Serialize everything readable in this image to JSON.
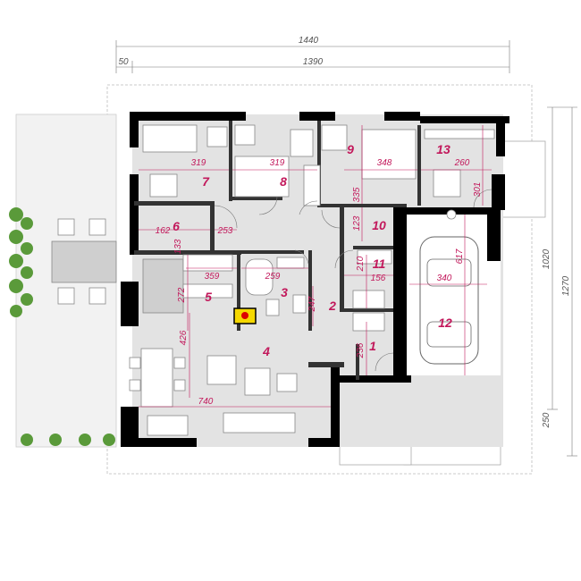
{
  "overall_dims": {
    "total_width": "1440",
    "inner_width": "1390",
    "left_offset": "50",
    "right_height_a": "1020",
    "right_height_b": "1270",
    "right_height_c": "250"
  },
  "room_numbers": [
    "1",
    "2",
    "3",
    "4",
    "5",
    "6",
    "7",
    "8",
    "9",
    "10",
    "11",
    "12",
    "13"
  ],
  "room_dims": {
    "r7_w": "319",
    "r8_w": "319",
    "r9_w": "348",
    "r13_w": "260",
    "r13_h": "301",
    "r9_h": "335",
    "r6_w": "162",
    "r6_h": "133",
    "r5_top": "253",
    "r10_h": "123",
    "r12_h": "617",
    "r3_w": "359",
    "r3_w2": "259",
    "r5_h": "272",
    "r3_h": "247",
    "r11_h": "210",
    "r11_w": "156",
    "r12_w": "340",
    "r4_h": "426",
    "r1_h": "236",
    "r4_w": "740"
  },
  "colors": {
    "accent": "#c2185b",
    "wall": "#000000",
    "floor": "#e3e3e3",
    "fireplace": "#f5d800"
  }
}
